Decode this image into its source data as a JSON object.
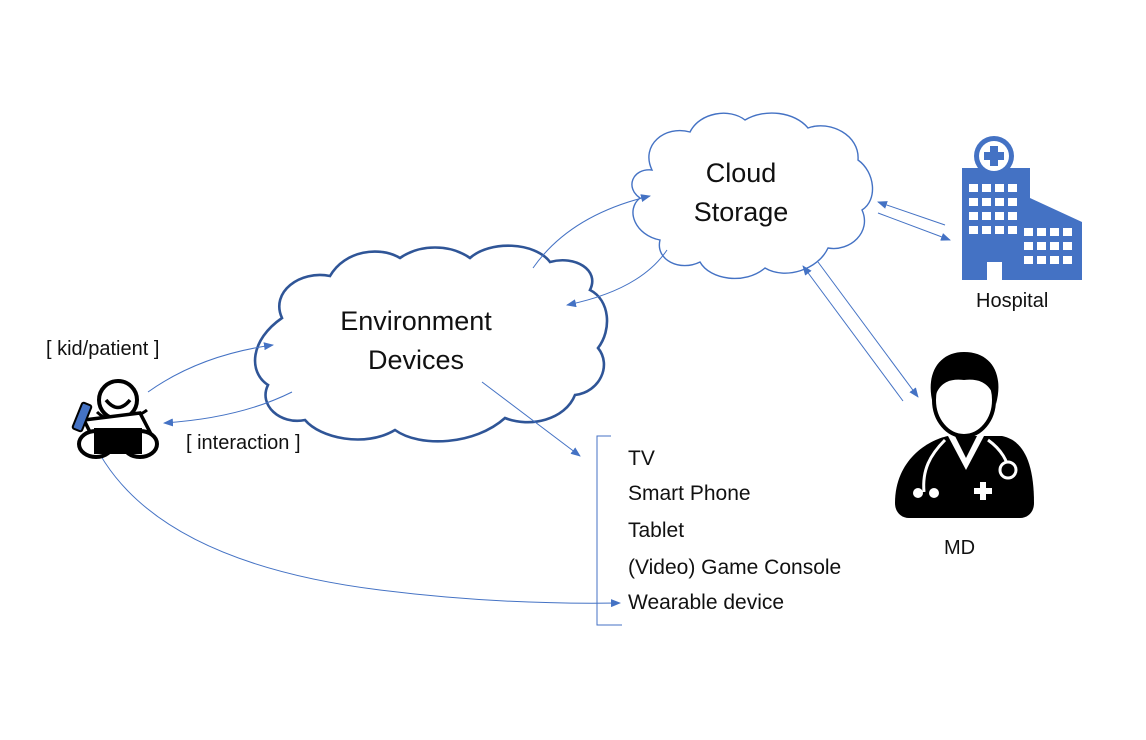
{
  "clouds": {
    "environment": {
      "line1": "Environment",
      "line2": "Devices"
    },
    "storage": {
      "line1": "Cloud",
      "line2": "Storage"
    }
  },
  "labels": {
    "kid": "[ kid/patient ]",
    "interaction": "[ interaction ]",
    "hospital": "Hospital",
    "md": "MD"
  },
  "devices": [
    "TV",
    "Smart Phone",
    "Tablet",
    "(Video) Game Console",
    "Wearable device"
  ],
  "colors": {
    "arrow": "#4472c4",
    "environment_cloud_stroke": "#2f5597",
    "storage_cloud_stroke": "#4472c4",
    "hospital": "#4472c4",
    "doctor": "#000000"
  },
  "icons": {
    "kid": "kid-patient-icon",
    "hospital": "hospital-icon",
    "md": "doctor-icon"
  }
}
